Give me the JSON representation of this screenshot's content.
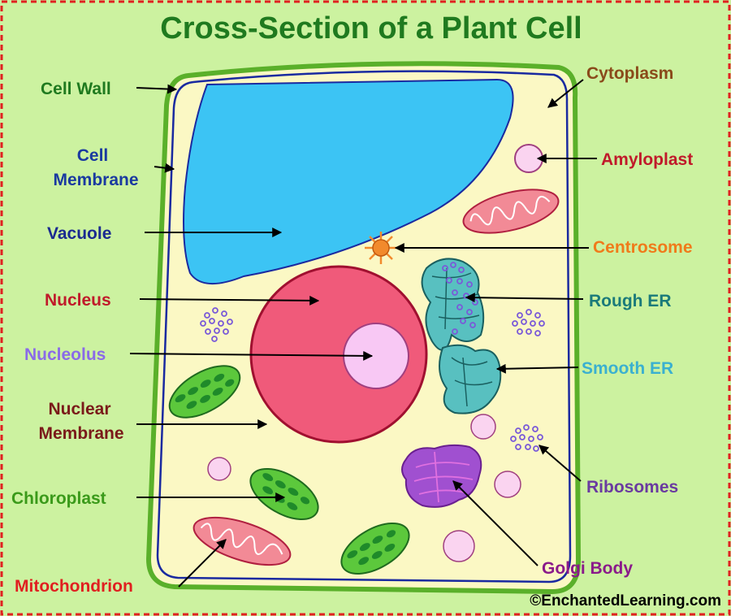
{
  "title": "Cross-Section of a Plant Cell",
  "copyright": "©EnchantedLearning.com",
  "labels": {
    "cell_wall": "Cell Wall",
    "cell_membrane_line1": "Cell",
    "cell_membrane_line2": "Membrane",
    "vacuole": "Vacuole",
    "nucleus": "Nucleus",
    "nucleolus": "Nucleolus",
    "nuclear_membrane_line1": "Nuclear",
    "nuclear_membrane_line2": "Membrane",
    "chloroplast": "Chloroplast",
    "mitochondrion": "Mitochondrion",
    "cytoplasm": "Cytoplasm",
    "amyloplast": "Amyloplast",
    "centrosome": "Centrosome",
    "rough_er": "Rough ER",
    "smooth_er": "Smooth ER",
    "ribosomes": "Ribosomes",
    "golgi_body": "Golgi Body"
  },
  "colors": {
    "background": "#ccf2a0",
    "border_dash": "#e02020",
    "title": "#1f7a1f",
    "cell_wall": "#5ab02a",
    "cytoplasm": "#fbf8c4",
    "membrane": "#1a2aa0",
    "vacuole": "#3cc4f4",
    "nucleus": "#f05a7a",
    "nucleolus": "#f8c8f4",
    "chloroplast": "#5cc83c",
    "mitochondrion": "#f28a96",
    "golgi": "#a050d0",
    "er": "#58c0c0",
    "ribosome": "#7a5ad8",
    "centrosome": "#f28a2c",
    "amyloplast": "#fad4f0"
  }
}
